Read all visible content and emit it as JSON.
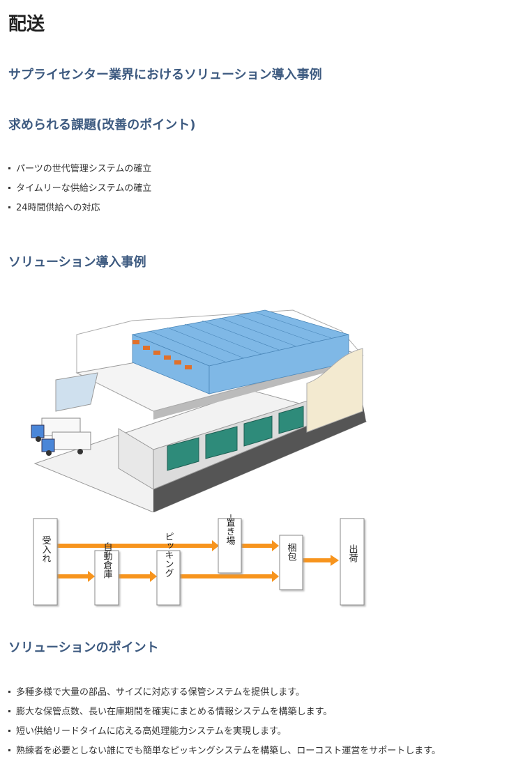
{
  "page": {
    "title": "配送"
  },
  "section1": {
    "title": "サプライセンター業界におけるソリューション導入事例"
  },
  "section2": {
    "title": "求められる課題(改善のポイント)",
    "items": [
      "パーツの世代管理システムの確立",
      "タイムリーな供給システムの確立",
      "24時間供給への対応"
    ]
  },
  "section3": {
    "title": "ソリューション導入事例"
  },
  "flow": {
    "receiving": "受入れ",
    "auto_warehouse": "自動倉庫",
    "picking": "ピッキング",
    "flat_storage": "平置き場",
    "packing": "梱包",
    "shipping": "出荷"
  },
  "section4": {
    "title": "ソリューションのポイント",
    "items": [
      "多種多様で大量の部品、サイズに対応する保管システムを提供します。",
      "膨大な保管点数、長い在庫期間を確実にまとめる情報システムを構築します。",
      "短い供給リードタイムに応える高処理能力システムを実現します。",
      "熟練者を必要としない誰にでも簡単なピッキングシステムを構築し、ローコスト運営をサポートします。"
    ]
  },
  "colors": {
    "heading": "#3d5a80",
    "arrow": "#f7941d",
    "rack": "#7fb8e6",
    "rack_lower": "#2e8b7a"
  }
}
